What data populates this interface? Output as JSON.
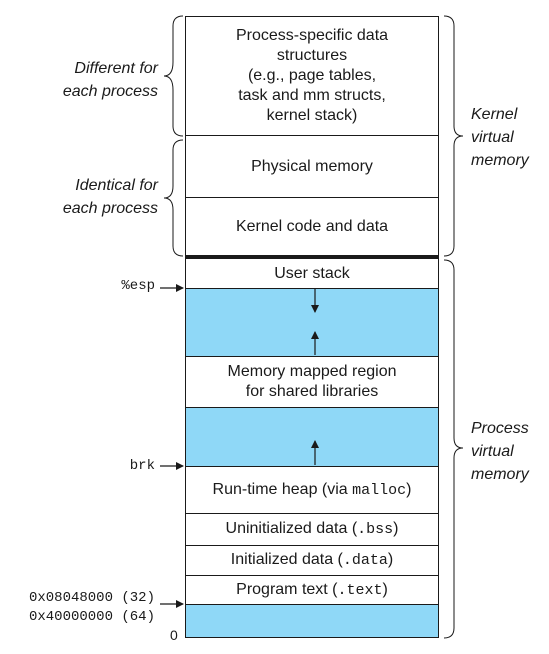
{
  "segments": {
    "process_specific": [
      "Process-specific data",
      "structures",
      "(e.g., page tables,",
      "task and mm structs,",
      "kernel stack)"
    ],
    "physical_memory": "Physical memory",
    "kernel_code": "Kernel code and data",
    "user_stack": "User stack",
    "mmap": [
      "Memory mapped region",
      "for shared libraries"
    ],
    "heap": {
      "prefix": "Run-time heap (via ",
      "code": "malloc",
      "suffix": ")"
    },
    "bss": {
      "prefix": "Uninitialized data (",
      "code": ".bss",
      "suffix": ")"
    },
    "data": {
      "prefix": "Initialized data (",
      "code": ".data",
      "suffix": ")"
    },
    "text": {
      "prefix": "Program text (",
      "code": ".text",
      "suffix": ")"
    }
  },
  "left_labels": {
    "different": "Different for\neach process",
    "identical": "Identical for\neach process",
    "esp": "%esp",
    "brk": "brk",
    "addr_32": "0x08048000 (32)",
    "addr_64": "0x40000000 (64)",
    "zero": "0"
  },
  "right_labels": {
    "kernel": "Kernel\nvirtual\nmemory",
    "process": "Process\nvirtual\nmemory"
  },
  "colors": {
    "fill": "#8fd8f7",
    "stroke": "#1a1a1a"
  }
}
